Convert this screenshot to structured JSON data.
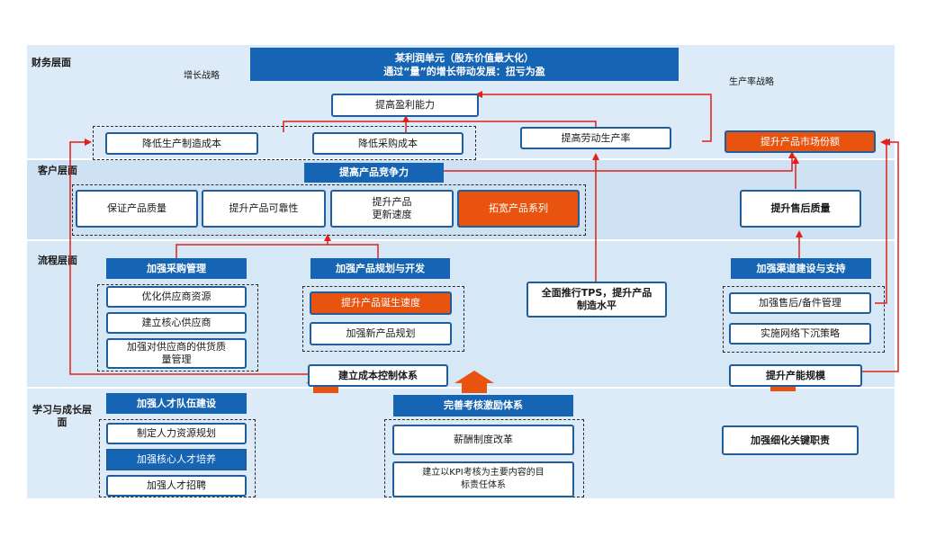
{
  "layers": {
    "finance": "财务层面",
    "customer": "客户层面",
    "process": "流程层面",
    "learning": "学习与成长层面"
  },
  "top_goal": {
    "line1": "某利润单元（股东价值最大化）",
    "line2": "通过“量”的增长带动发展：扭亏为盈"
  },
  "strategy_labels": {
    "growth": "增长战略",
    "productivity": "生产率战略"
  },
  "finance": {
    "profitability": "提高盈利能力",
    "reduce_production_cost": "降低生产制造成本",
    "reduce_purchase_cost": "降低采购成本",
    "labor_productivity": "提高劳动生产率",
    "market_share": "提升产品市场份额"
  },
  "customer": {
    "competitiveness": "提高产品竞争力",
    "quality": "保证产品质量",
    "reliability": "提升产品可靠性",
    "update_speed_line1": "提升产品",
    "update_speed_line2": "更新速度",
    "product_series": "拓宽产品系列",
    "after_sales": "提升售后质量"
  },
  "process": {
    "procurement": "加强采购管理",
    "supplier_resources": "优化供应商资源",
    "core_supplier": "建立核心供应商",
    "supplier_quality_line1": "加强对供应商的供货质",
    "supplier_quality_line2": "量管理",
    "product_planning": "加强产品规划与开发",
    "birth_speed": "提升产品诞生速度",
    "new_product_plan": "加强新产品规划",
    "tps_line1": "全面推行TPS，提升产品",
    "tps_line2": "制造水平",
    "channel": "加强渠道建设与支持",
    "aftersales_parts": "加强售后/备件管理",
    "network_sinking": "实施网络下沉策略",
    "cost_control": "建立成本控制体系",
    "capacity": "提升产能规模"
  },
  "learning": {
    "talent_team": "加强人才队伍建设",
    "hr_planning": "制定人力资源规划",
    "core_talent": "加强核心人才培养",
    "recruitment": "加强人才招聘",
    "incentive": "完善考核激励体系",
    "salary_reform": "薪酬制度改革",
    "kpi_line1": "建立以KPI考核为主要内容的目",
    "kpi_line2": "标责任体系",
    "key_duties": "加强细化关键职责"
  },
  "colors": {
    "layer_bg_light": "#ddeaf7",
    "layer_bg_mid": "#cfe2f4",
    "accent_blue": "#1665b4",
    "accent_orange": "#e8540f",
    "arrow_red": "#e0201b"
  }
}
